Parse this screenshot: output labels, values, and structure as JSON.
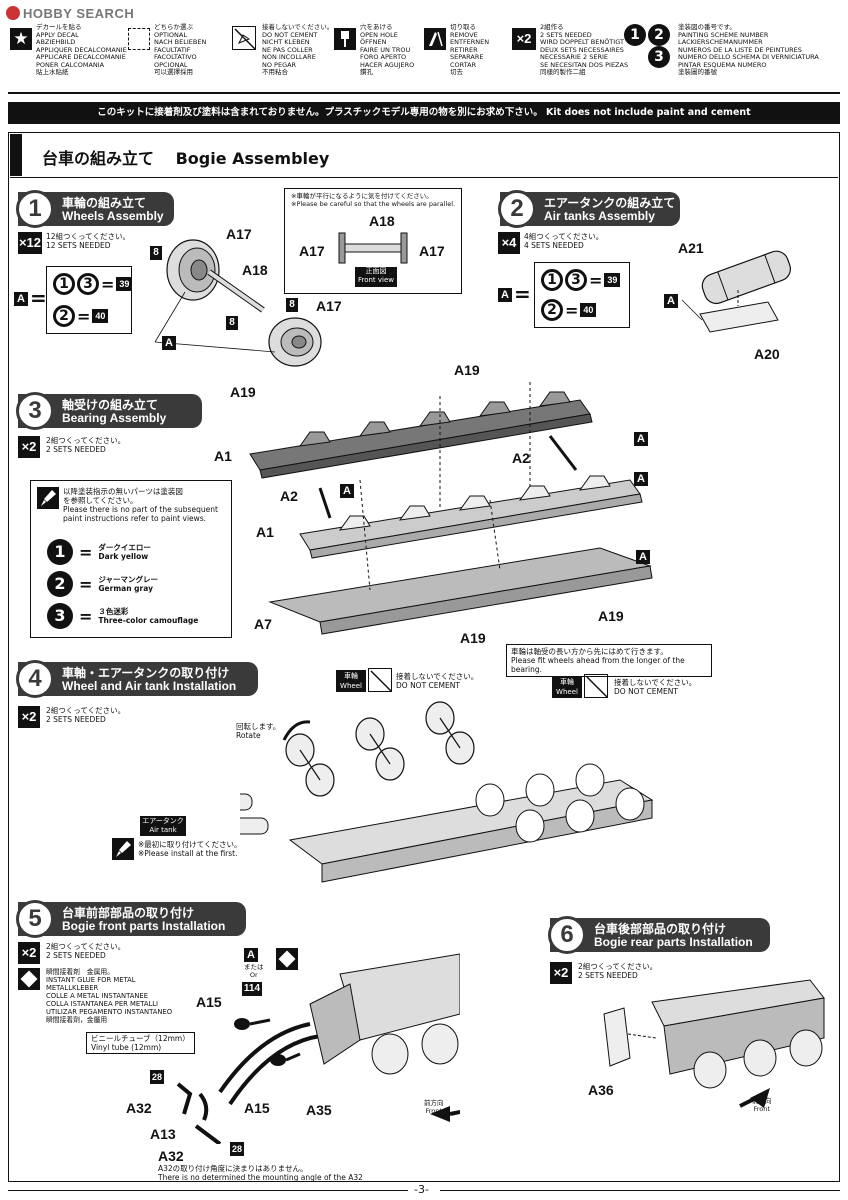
{
  "header": {
    "logo": "HOBBY SEARCH",
    "symbols": [
      {
        "icon": "star-icon",
        "lines": [
          "デカールを貼る",
          "APPLY DECAL",
          "ABZIEHBILD",
          "APPLIQUER DECALCOMANIE",
          "APPLICARE DECALCOMANIE",
          "PONER CALCOMANIA",
          "貼上水貼紙"
        ]
      },
      {
        "icon": "dashed-part-icon",
        "lines": [
          "どちらか選ぶ",
          "OPTIONAL",
          "NACH BELIEBEN",
          "FACULTATIF",
          "FACOLTATIVO",
          "OPCIONAL",
          "可以選擇採用"
        ]
      },
      {
        "icon": "no-cement-icon",
        "lines": [
          "接着しないでください。",
          "DO NOT CEMENT",
          "NICHT KLEBEN",
          "NE PAS COLLER",
          "NON INCOLLARE",
          "NO PEGAR",
          "不用粘合"
        ]
      },
      {
        "icon": "drill-icon",
        "lines": [
          "穴をあける",
          "OPEN HOLE",
          "ÖFFNEN",
          "FAIRE UN TROU",
          "FORO APERTO",
          "HACER AGUJERO",
          "鑽孔"
        ]
      },
      {
        "icon": "cut-icon",
        "lines": [
          "切り取る",
          "REMOVE",
          "ENTFERNEN",
          "RETIRER",
          "SEPARARE",
          "CORTAR",
          "切去"
        ]
      },
      {
        "icon": "x2-icon",
        "badge": "×2",
        "lines": [
          "2組作る",
          "2 SETS NEEDED",
          "WIRD DOPPELT BENÖTIGT",
          "DEUX SETS NECESSAIRES",
          "NECESSARIE 2 SERIE",
          "SE NECESITAN DOS PIEZAS",
          "同樣的製作二組"
        ]
      },
      {
        "icon": "paint-number-icon",
        "badges": [
          "1",
          "2",
          "3"
        ],
        "lines": [
          "塗装図の番号です。",
          "PAINTING SCHEME NUMBER",
          "LACKIERSCHEMANUMMER",
          "NUMEROS DE LA LISTE DE PEINTURES",
          "NUMERO DELLO SCHEMA DI VERNICIATURA",
          "PINTAR ESQUEMA NUMERO",
          "塗裝圖的番號"
        ]
      }
    ],
    "notice": "このキットに接着剤及び塗料は含まれておりません。プラスチックモデル専用の物を別にお求め下さい。 Kit does not include paint and cement"
  },
  "section_title": "台車の組み立て　 Bogie Assembley",
  "steps": [
    {
      "num": "1",
      "jp": "車輪の組み立て",
      "en": "Wheels Assembly",
      "count": "×12",
      "count_jp": "12組つくってください。",
      "count_en": "12 SETS NEEDED"
    },
    {
      "num": "2",
      "jp": "エアータンクの組み立て",
      "en": "Air tanks Assembly",
      "count": "×4",
      "count_jp": "4組つくってください。",
      "count_en": "4 SETS NEEDED"
    },
    {
      "num": "3",
      "jp": "軸受けの組み立て",
      "en": "Bearing Assembly",
      "count": "×2",
      "count_jp": "2組つくってください。",
      "count_en": "2 SETS NEEDED"
    },
    {
      "num": "4",
      "jp": "車軸・エアータンクの取り付け",
      "en": "Wheel and Air tank Installation",
      "count": "×2",
      "count_jp": "2組つくってください。",
      "count_en": "2 SETS NEEDED"
    },
    {
      "num": "5",
      "jp": "台車前部部品の取り付け",
      "en": "Bogie front parts Installation",
      "count": "×2",
      "count_jp": "2組つくってください。",
      "count_en": "2 SETS NEEDED"
    },
    {
      "num": "6",
      "jp": "台車後部部品の取り付け",
      "en": "Bogie rear parts Installation",
      "count": "×2",
      "count_jp": "2組つくってください。",
      "count_en": "2 SETS NEEDED"
    }
  ],
  "step1": {
    "note_jp": "※車輪が平行になるように気を付けてください。",
    "note_en": "※Please be careful so that the wheels are parallel.",
    "front_view_jp": "正面図",
    "front_view_en": "Front view",
    "parts": {
      "a17": "A17",
      "a18": "A18",
      "eight": "8",
      "a": "A"
    },
    "paint": {
      "eq": "=",
      "v1": "39",
      "v2": "40"
    }
  },
  "step2": {
    "parts": {
      "a21": "A21",
      "a20": "A20",
      "a": "A"
    },
    "paint": {
      "v1": "39",
      "v2": "40"
    }
  },
  "step3": {
    "parts": {
      "a19": "A19",
      "a1": "A1",
      "a2": "A2",
      "a7": "A7",
      "a": "A"
    },
    "paint_note_jp1": "以降塗装指示の無いパーツは塗装図",
    "paint_note_jp2": "を参照してください。",
    "paint_note_en": "Please there is no part of the subsequent paint instructions refer to paint views.",
    "colors": [
      {
        "num": "1",
        "jp": "ダークイエロー",
        "en": "Dark yellow"
      },
      {
        "num": "2",
        "jp": "ジャーマングレー",
        "en": "German gray"
      },
      {
        "num": "3",
        "jp": "３色迷彩",
        "en": "Three-color camouflage"
      }
    ]
  },
  "step4": {
    "wheel_tag_jp": "車輪",
    "wheel_tag_en": "Wheel",
    "no_cement_jp": "接着しないでください。",
    "no_cement_en": "DO NOT CEMENT",
    "rotate_jp": "回転します。",
    "rotate_en": "Rotate",
    "bearing_note_jp": "車輪は軸受の長い方から先にはめて行きます。",
    "bearing_note_en": "Please fit wheels ahead from the longer of the bearing.",
    "airtank_jp": "エアータンク",
    "airtank_en": "Air tank",
    "first_jp": "※最初に取り付けてください。",
    "first_en": "※Please install at the first."
  },
  "step5": {
    "glue_lines": [
      "瞬間接着剤　金属用。",
      "INSTANT GLUE FOR METAL",
      "METALLKLEBER",
      "COLLE A METAL INSTANTANEE",
      "COLLA ISTANTANEA PER METALLI",
      "UTILIZAR PEGAMENTO INSTANTANEO",
      "瞬間接着劑，金屬用"
    ],
    "or_jp": "または",
    "or_en": "Or",
    "part114": "114",
    "vinyl_jp": "ビニールチューブ（12mm）",
    "vinyl_en": "Vinyl tube (12mm)",
    "parts": {
      "a15": "A15",
      "a32": "A32",
      "a13": "A13",
      "a35": "A35",
      "n28": "28",
      "a": "A"
    },
    "front_jp": "前方向",
    "front_en": "Front",
    "angle_jp": "A32の取り付け角度に決まりはありません。",
    "angle_en": "There is no determined the mounting angle of the A32"
  },
  "step6": {
    "parts": {
      "a36": "A36"
    },
    "front_jp": "前方向",
    "front_en": "Front"
  },
  "page_number": "-3-"
}
